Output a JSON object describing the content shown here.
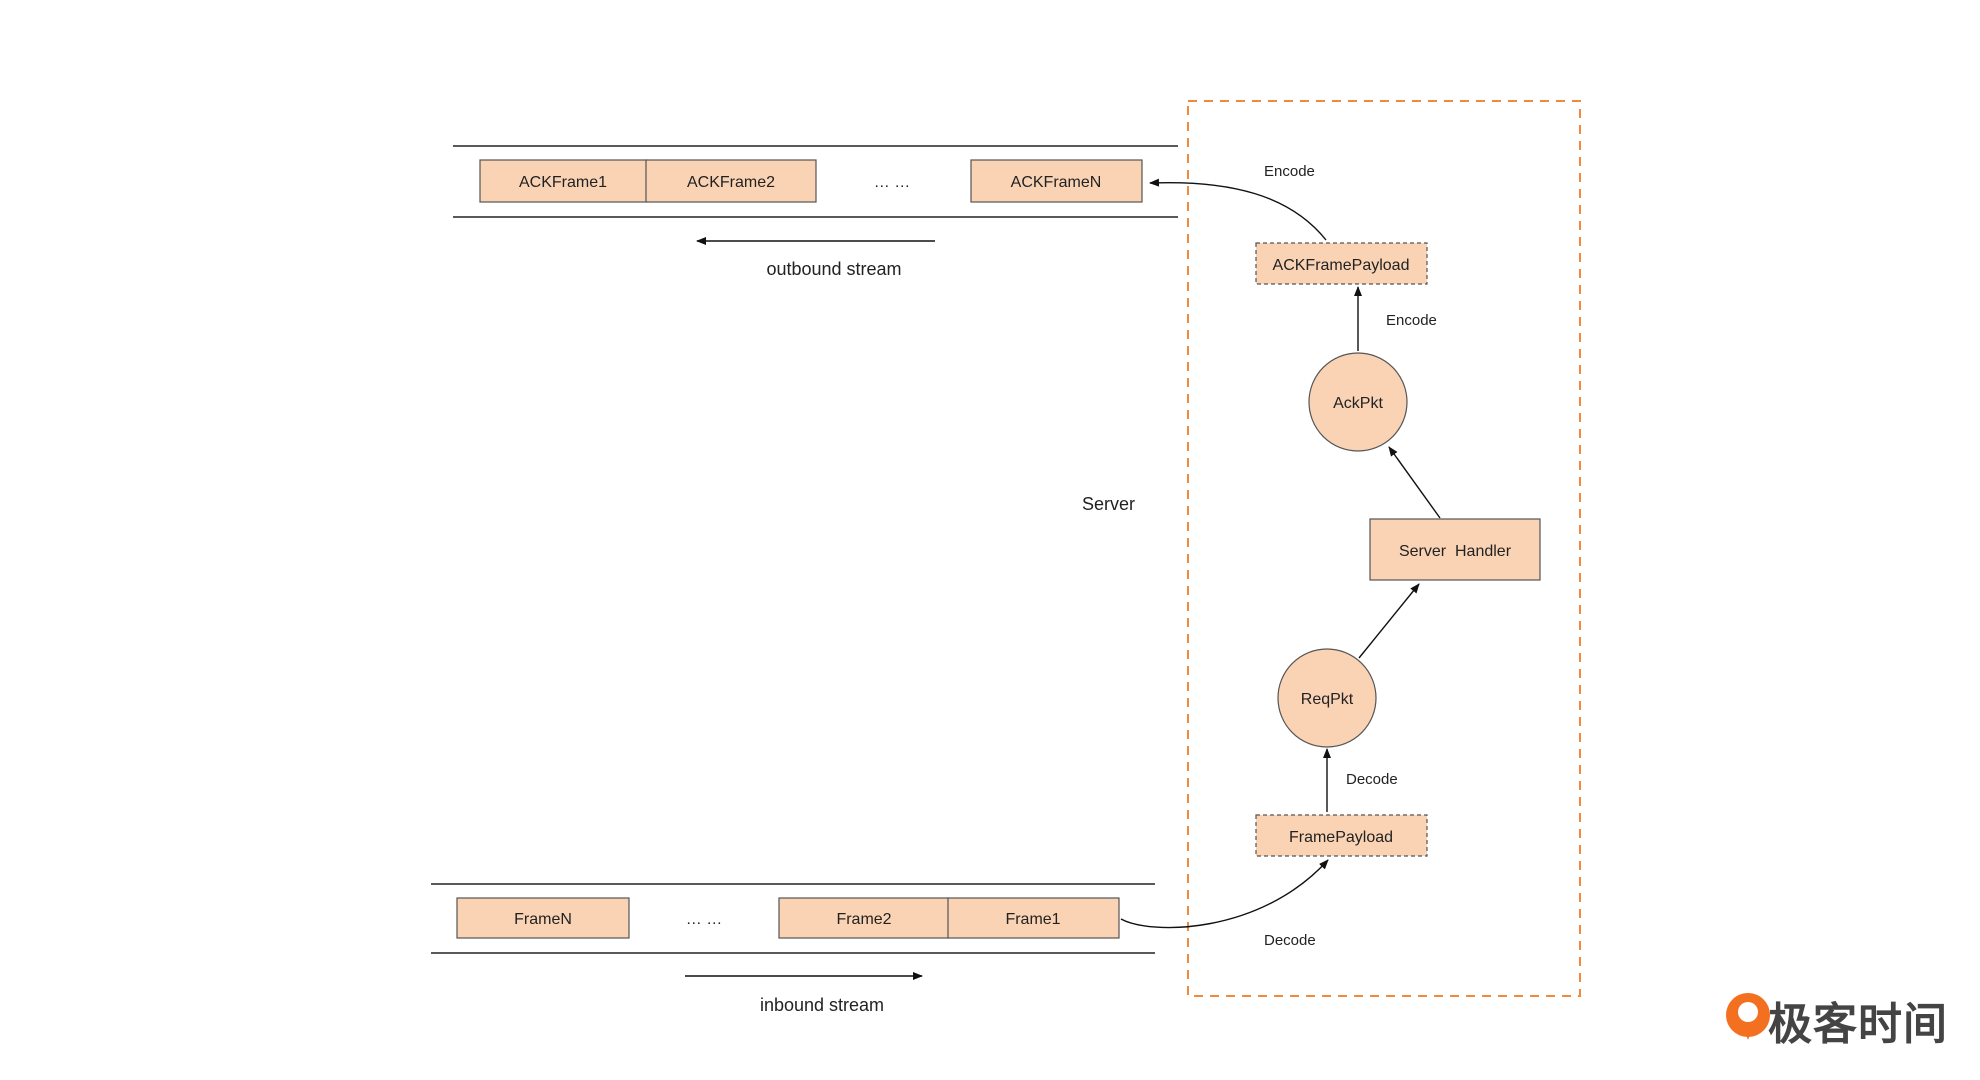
{
  "outbound": {
    "frames": [
      "ACKFrame1",
      "ACKFrame2",
      "ACKFrameN"
    ],
    "ellipsis": "… …",
    "stream_label": "outbound stream"
  },
  "inbound": {
    "frames": [
      "FrameN",
      "Frame2",
      "Frame1"
    ],
    "ellipsis": "… …",
    "stream_label": "inbound stream"
  },
  "server": {
    "label": "Server",
    "ack_payload": "ACKFramePayload",
    "ack_pkt": "AckPkt",
    "handler": "Server  Handler",
    "req_pkt": "ReqPkt",
    "frame_payload": "FramePayload"
  },
  "edges": {
    "encode_top": "Encode",
    "encode_mid": "Encode",
    "decode_mid": "Decode",
    "decode_bottom": "Decode"
  },
  "colors": {
    "box_fill": "#fad3b5",
    "server_border": "#f08a3c",
    "logo_orange": "#f37021"
  },
  "logo": {
    "text": "极客时间"
  }
}
